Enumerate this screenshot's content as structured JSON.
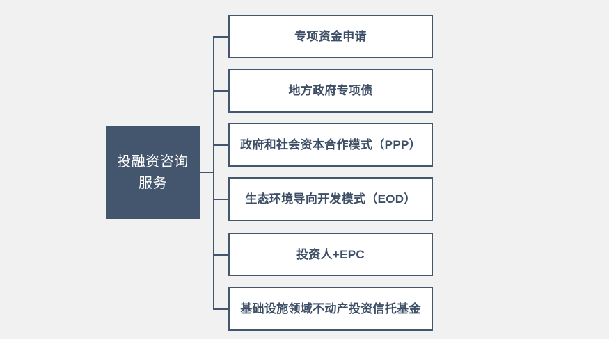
{
  "diagram": {
    "type": "org-chart-tree",
    "background_color": "#f1f1f1",
    "root": {
      "label": "投融资咨询服务",
      "label_lines": "投融资咨询\n服务",
      "fill_color": "#44556e",
      "text_color": "#ffffff"
    },
    "connector": {
      "color": "#44556e",
      "style": "elbow"
    },
    "children": [
      {
        "label": "专项资金申请"
      },
      {
        "label": "地方政府专项债"
      },
      {
        "label": "政府和社会资本合作模式（PPP）"
      },
      {
        "label": "生态环境导向开发模式（EOD）"
      },
      {
        "label": "投资人+EPC"
      },
      {
        "label": "基础设施领域不动产投资信托基金"
      }
    ],
    "child_style": {
      "fill_color": "#ffffff",
      "border_color": "#44556e",
      "text_color": "#3d4f66"
    }
  }
}
